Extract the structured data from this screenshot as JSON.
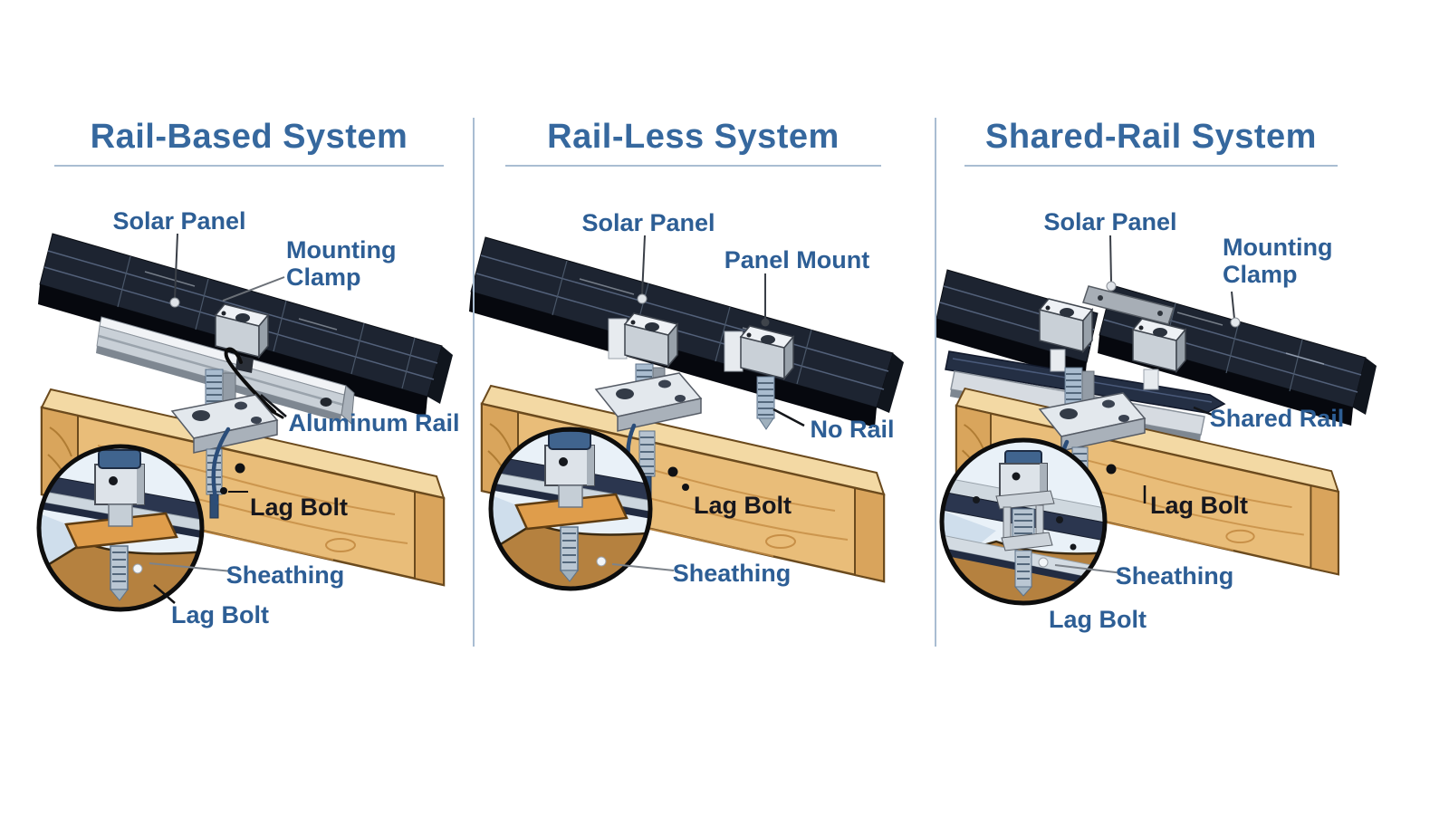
{
  "colors": {
    "title_blue": "#36689e",
    "label_blue": "#2d5e95",
    "label_dark": "#17171e",
    "divider": "#a9bdd2",
    "background": "#ffffff",
    "solar_panel": "#1d2431",
    "aluminum": "#c9d0d7",
    "wood": "#e9bd79",
    "sheathing_orange": "#df9d4b"
  },
  "panels": [
    {
      "id": "rail-based",
      "title": "Rail-Based System",
      "labels": {
        "solar_panel": "Solar Panel",
        "mounting_clamp": "Mounting Clamp",
        "aluminum_rail": "Aluminum Rail",
        "lag_bolt": "Lag Bolt",
        "sheathing": "Sheathing",
        "lag_bolt_detail": "Lag Bolt"
      }
    },
    {
      "id": "rail-less",
      "title": "Rail-Less System",
      "labels": {
        "solar_panel": "Solar Panel",
        "panel_mount": "Panel Mount",
        "no_rail": "No Rail",
        "lag_bolt": "Lag Bolt",
        "sheathing": "Sheathing"
      }
    },
    {
      "id": "shared-rail",
      "title": "Shared-Rail System",
      "labels": {
        "solar_panel": "Solar Panel",
        "mounting_clamp": "Mounting Clamp",
        "shared_rail": "Shared Rail",
        "lag_bolt": "Lag Bolt",
        "sheathing": "Sheathing",
        "lag_bolt_detail": "Lag Bolt"
      }
    }
  ]
}
